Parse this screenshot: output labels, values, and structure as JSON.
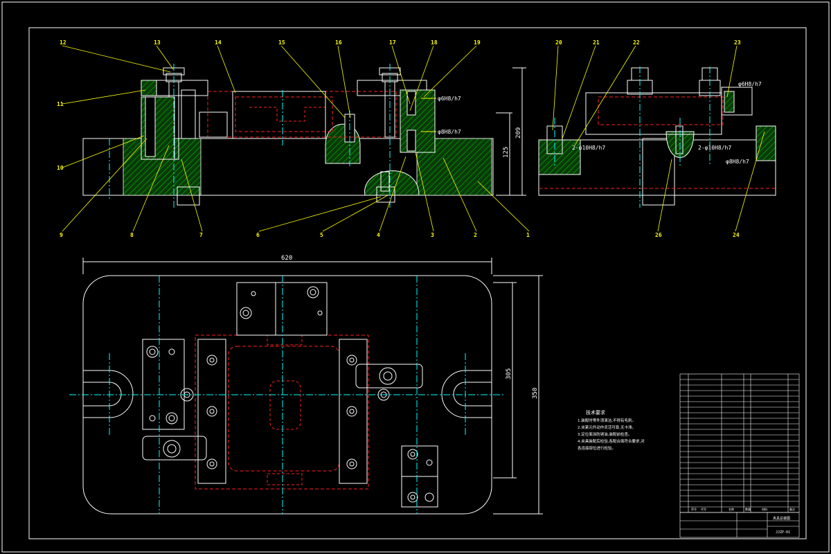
{
  "colors": {
    "background": "#000000",
    "outline": "#ffffff",
    "leader": "#ffff00",
    "hidden": "#ff2020",
    "centerline": "#00ffff",
    "hatch": "#00c000",
    "hatch_bg": "#0a3a0a"
  },
  "balloons": {
    "top": [
      "12",
      "13",
      "14",
      "15",
      "16",
      "17",
      "18",
      "19",
      "20",
      "21",
      "22",
      "23"
    ],
    "left": [
      "11",
      "10"
    ],
    "bottom": [
      "9",
      "8",
      "7",
      "6",
      "5",
      "4",
      "3",
      "2",
      "1",
      "26",
      "24"
    ]
  },
  "dimensions": {
    "front_height": "209",
    "front_inner_height": "125",
    "plan_width": "620",
    "plan_inner_height": "305",
    "plan_height": "350"
  },
  "fits": {
    "f1": "φ6H8/h7",
    "f2": "φ8H8/h7",
    "f3": "φ6H8/h7",
    "f4": "2-φ10H8/h7",
    "f5": "2-φ10H8/h7",
    "f6": "φ8H8/h7"
  },
  "tech_notes": {
    "title": "技术要求",
    "lines": [
      "1.装配时零件须清洁,不得有毛刺。",
      "2.夹紧元件动作灵活可靠,无卡滞。",
      "3.定位面涂防锈油,装配前检查。",
      "4.夹具装配后检验,各配合面符合要求,对",
      "各连接部位进行检验。"
    ]
  },
  "title_block": {
    "rows": 24,
    "header": [
      "序号",
      "代号",
      "名称",
      "数量",
      "材料",
      "备注"
    ],
    "sheet_name": "夹具总装图",
    "drawing_no": "JJZP-01"
  }
}
